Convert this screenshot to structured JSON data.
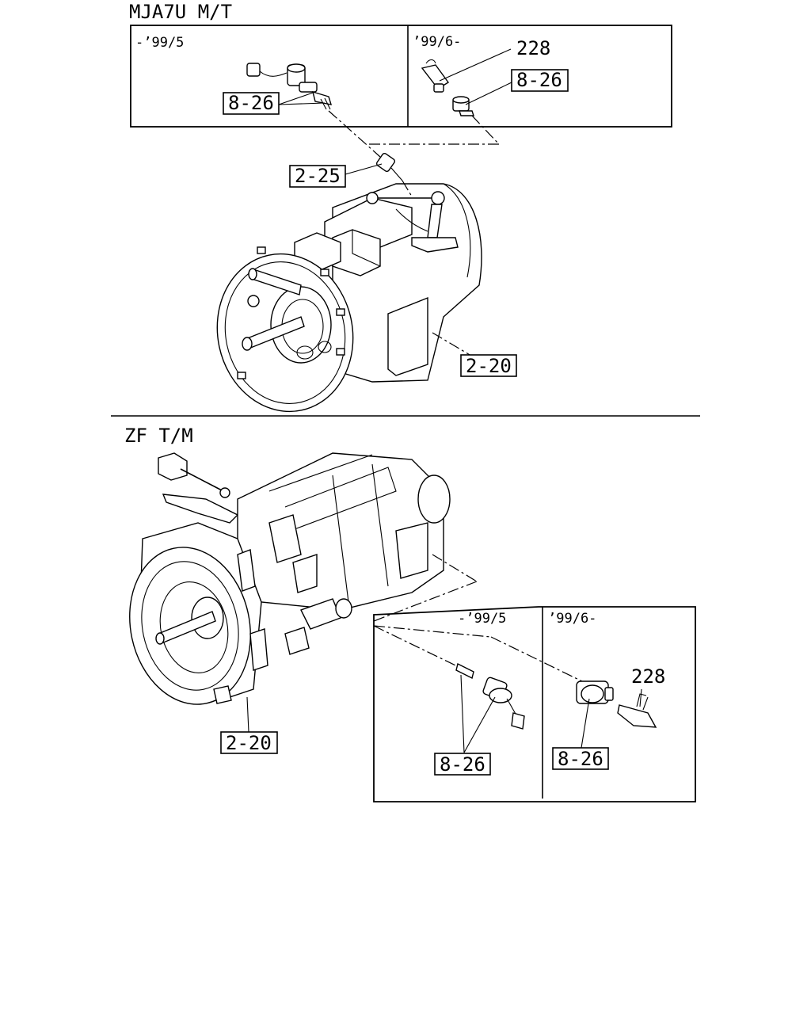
{
  "sections": {
    "top": {
      "title": "MJA7U M/T",
      "inset_left_period": "-’99/5",
      "inset_right_period": "’99/6-"
    },
    "bottom": {
      "title": "ZF T/M",
      "inset_left_period": "-’99/5",
      "inset_right_period": "’99/6-"
    }
  },
  "callouts": {
    "top_part_228": "228",
    "top_ref_8_26_left": "8-26",
    "top_ref_8_26_right": "8-26",
    "top_ref_2_25": "2-25",
    "top_ref_2_20": "2-20",
    "bottom_ref_2_20": "2-20",
    "bottom_part_228": "228",
    "bottom_ref_8_26_left": "8-26",
    "bottom_ref_8_26_right": "8-26"
  }
}
